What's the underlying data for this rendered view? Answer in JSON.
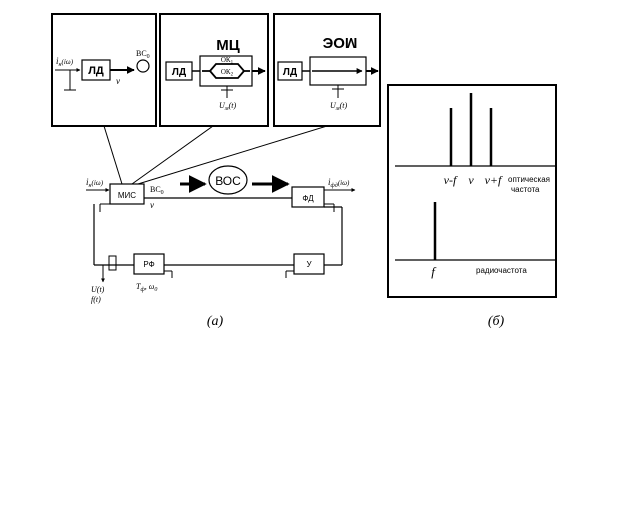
{
  "insets": {
    "ld_label": "ЛД",
    "ld_output_ws": "ВС",
    "ld_output_ws_sub": "0",
    "ld_freq": "ν",
    "ld_input_i": "i",
    "ld_input_sub": "н",
    "ld_input_arg": "(iω)",
    "mz_title": "МЦ",
    "mz_ld_label": "ЛД",
    "mz_arm1": "ОК",
    "mz_arm1_sub": "1",
    "mz_arm2": "ОК",
    "mz_arm2_sub": "2",
    "mz_mod": "U",
    "mz_mod_sub": "м",
    "mz_mod_arg": "(t)",
    "eom_title": "ЭОМ",
    "eom_ld_label": "ЛД",
    "eom_mod": "U",
    "eom_mod_sub": "м",
    "eom_mod_arg": "(t)"
  },
  "link": {
    "input_i": "i",
    "input_sub": "н",
    "input_arg": "(iω)",
    "mis_label": "МИС",
    "ws": "ВС",
    "ws_sub": "0",
    "freq": "ν",
    "fiber_label": "ВОС",
    "pd_label": "ФД",
    "output_i": "i",
    "output_sub": "фд",
    "output_arg": "(iω)",
    "filter_label": "РФ",
    "filter_t": "T",
    "filter_t_sub": "ф",
    "filter_w": "ω",
    "filter_w_sub": "0",
    "amp_label": "У",
    "bias_u": "U(t)",
    "bias_f": "f(t)"
  },
  "spectrum": {
    "top_tick_1": "ν-f",
    "top_tick_2": "ν",
    "top_tick_3": "ν+f",
    "top_axis_label_1": "оптическая",
    "top_axis_label_2": "частота",
    "bottom_tick": "f",
    "bottom_axis_label": "радиочастота"
  },
  "captions": {
    "left": "(a)",
    "right": "(б)"
  }
}
